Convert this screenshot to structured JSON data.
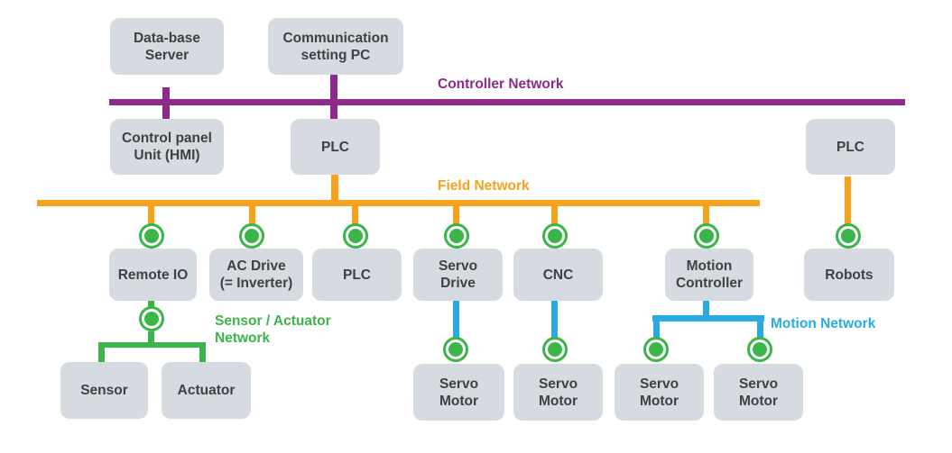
{
  "colors": {
    "controller_network": "#8E2A8C",
    "field_network": "#F6A21F",
    "sensor_actuator_network": "#3BB44A",
    "motion_network": "#29ABE2",
    "node_box_fill": "#D6DBE1",
    "node_text": "#414042"
  },
  "networks": {
    "controller": {
      "label": "Controller Network"
    },
    "field": {
      "label": "Field Network"
    },
    "sensor_actuator": {
      "label_line1": "Sensor / Actuator",
      "label_line2": "Network"
    },
    "motion": {
      "label": "Motion Network"
    }
  },
  "nodes": {
    "database_server": {
      "line1": "Data-base",
      "line2": "Server"
    },
    "communication_pc": {
      "line1": "Communication",
      "line2": "setting PC"
    },
    "control_panel_hmi": {
      "line1": "Control panel",
      "line2": "Unit (HMI)"
    },
    "plc_controller": {
      "label": "PLC"
    },
    "plc_right": {
      "label": "PLC"
    },
    "remote_io": {
      "label": "Remote IO"
    },
    "ac_drive": {
      "line1": "AC Drive",
      "line2": "(= Inverter)"
    },
    "plc_field": {
      "label": "PLC"
    },
    "servo_drive": {
      "line1": "Servo",
      "line2": "Drive"
    },
    "cnc": {
      "label": "CNC"
    },
    "motion_controller": {
      "line1": "Motion",
      "line2": "Controller"
    },
    "robots": {
      "label": "Robots"
    },
    "sensor": {
      "label": "Sensor"
    },
    "actuator": {
      "label": "Actuator"
    },
    "servo_motor_1": {
      "line1": "Servo",
      "line2": "Motor"
    },
    "servo_motor_2": {
      "line1": "Servo",
      "line2": "Motor"
    },
    "servo_motor_3": {
      "line1": "Servo",
      "line2": "Motor"
    },
    "servo_motor_4": {
      "line1": "Servo",
      "line2": "Motor"
    }
  }
}
